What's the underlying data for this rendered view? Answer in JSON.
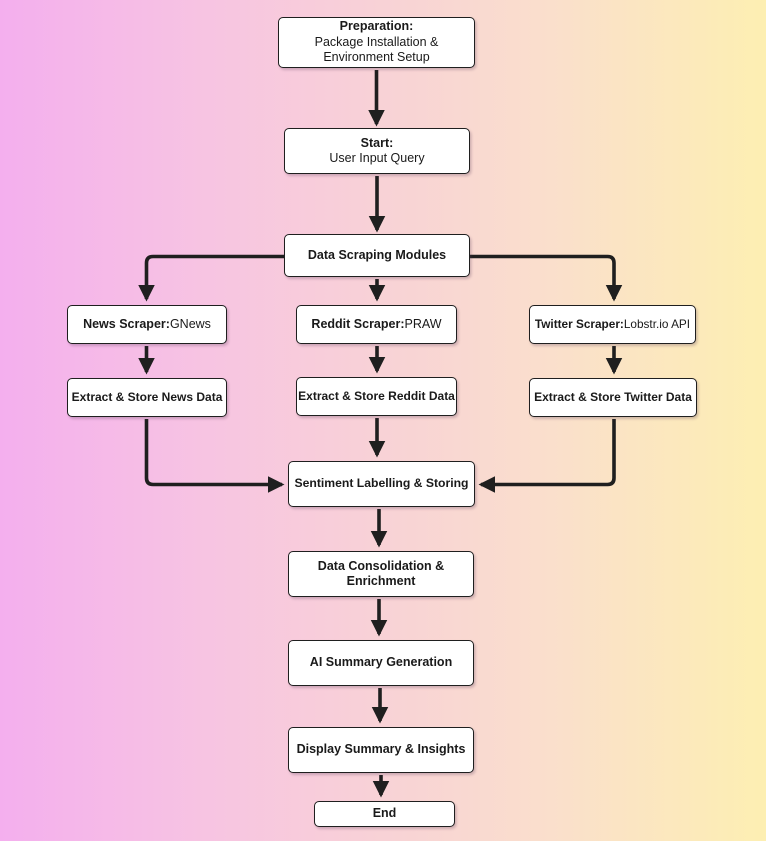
{
  "diagram": {
    "type": "flowchart",
    "colors": {
      "background_gradient_left": "#f4afee",
      "background_gradient_middle": "#f8d2d6",
      "background_gradient_right": "#fdefb2",
      "box_fill": "#ffffff",
      "box_border": "#1f1f1f",
      "arrow": "#1f1f1f",
      "text": "#1a1a1a"
    },
    "nodes": {
      "preparation": {
        "title": "Preparation:",
        "subtitle": "Package Installation & Environment Setup"
      },
      "start": {
        "title": "Start:",
        "subtitle": "User Input Query"
      },
      "data_scraping": {
        "label": "Data Scraping Modules"
      },
      "news_scraper": {
        "label_bold": "News Scraper:",
        "label_rest": " GNews"
      },
      "reddit_scraper": {
        "label_bold": "Reddit Scraper:",
        "label_rest": " PRAW"
      },
      "twitter_scraper": {
        "label_bold": "Twitter Scraper:",
        "label_rest": " Lobstr.io API"
      },
      "extract_news": {
        "label": "Extract & Store News Data"
      },
      "extract_reddit": {
        "label": "Extract & Store Reddit Data"
      },
      "extract_twitter": {
        "label": "Extract & Store Twitter Data"
      },
      "sentiment": {
        "label": "Sentiment Labelling & Storing"
      },
      "consolidation": {
        "label": "Data Consolidation & Enrichment"
      },
      "ai_summary": {
        "label": "AI Summary Generation"
      },
      "display_summary": {
        "label": "Display Summary & Insights"
      },
      "end": {
        "label": "End"
      }
    }
  }
}
